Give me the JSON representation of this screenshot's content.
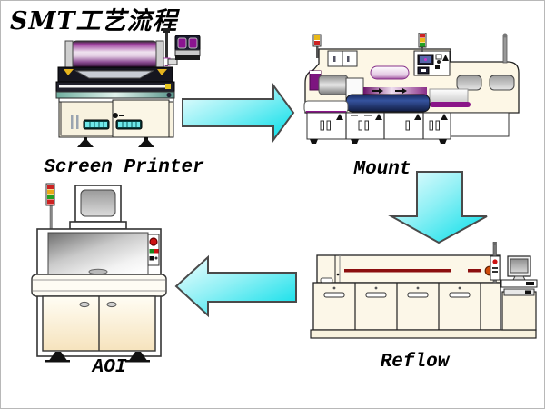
{
  "title": "SMT工艺流程",
  "diagram": {
    "type": "process-flow",
    "nodes": [
      {
        "id": "screen-printer",
        "label": "Screen Printer",
        "icon": "screen-printer-machine-icon"
      },
      {
        "id": "mount",
        "label": "Mount",
        "icon": "mounter-machine-icon"
      },
      {
        "id": "reflow",
        "label": "Reflow",
        "icon": "reflow-oven-icon"
      },
      {
        "id": "aoi",
        "label": "AOI",
        "icon": "aoi-machine-icon"
      }
    ],
    "arrows": [
      {
        "from": "screen-printer",
        "to": "mount",
        "direction": "right"
      },
      {
        "from": "mount",
        "to": "reflow",
        "direction": "down"
      },
      {
        "from": "reflow",
        "to": "aoi",
        "direction": "left"
      }
    ]
  },
  "colors": {
    "background": "#ffffff",
    "border": "#b8b8b8",
    "title_text": "#000000",
    "label_text": "#000000",
    "arrow_gradient_light": "#f2feff",
    "arrow_gradient_cyan": "#00dde8",
    "arrow_outline": "#4a4a4a",
    "machine_body_cream": "#fcf6e4",
    "accent_purple": "#8a1588",
    "accent_navy": "#1c2f66",
    "reflow_red_stripe": "#8c0f0f",
    "signal_red": "#cc1111",
    "signal_yellow": "#e8b818",
    "signal_green": "#22a022",
    "button_cyan": "#6fe8ea"
  }
}
